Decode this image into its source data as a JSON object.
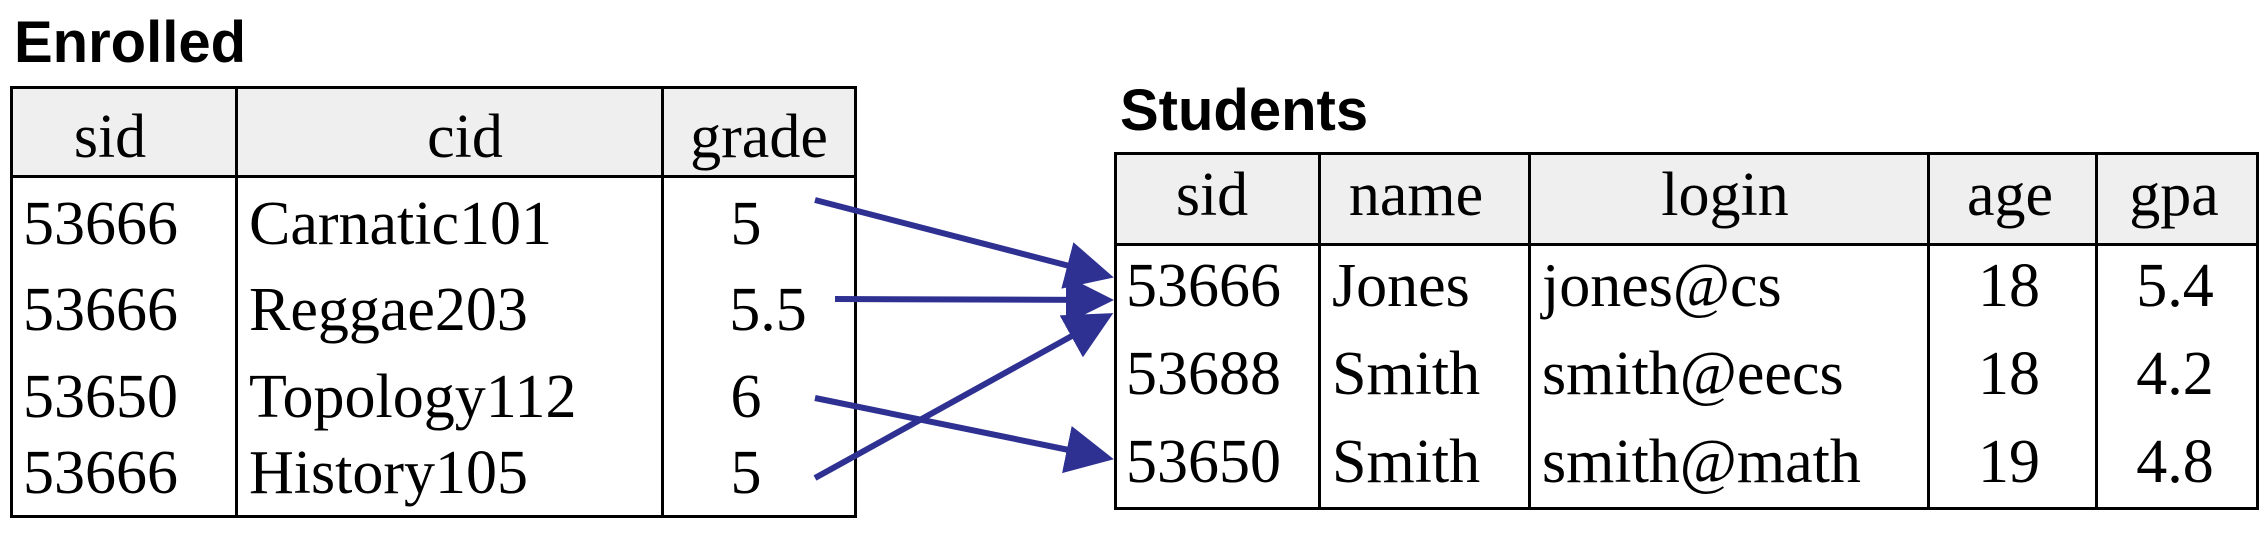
{
  "enrolled": {
    "title": "Enrolled",
    "columns": [
      "sid",
      "cid",
      "grade"
    ],
    "rows": [
      [
        "53666",
        "Carnatic101",
        "5"
      ],
      [
        "53666",
        "Reggae203",
        "5.5"
      ],
      [
        "53650",
        "Topology112",
        "6"
      ],
      [
        "53666",
        "History105",
        "5"
      ]
    ]
  },
  "students": {
    "title": "Students",
    "columns": [
      "sid",
      "name",
      "login",
      "age",
      "gpa"
    ],
    "rows": [
      [
        "53666",
        "Jones",
        "jones@cs",
        "18",
        "5.4"
      ],
      [
        "53688",
        "Smith",
        "smith@eecs",
        "18",
        "4.2"
      ],
      [
        "53650",
        "Smith",
        "smith@math",
        "19",
        "4.8"
      ]
    ]
  },
  "colors": {
    "arrow": "#2e3192",
    "header_bg": "#efefef",
    "border": "#000000"
  },
  "links": [
    {
      "from_row": 0,
      "to_row": 0
    },
    {
      "from_row": 1,
      "to_row": 0
    },
    {
      "from_row": 2,
      "to_row": 2
    },
    {
      "from_row": 3,
      "to_row": 0
    }
  ]
}
